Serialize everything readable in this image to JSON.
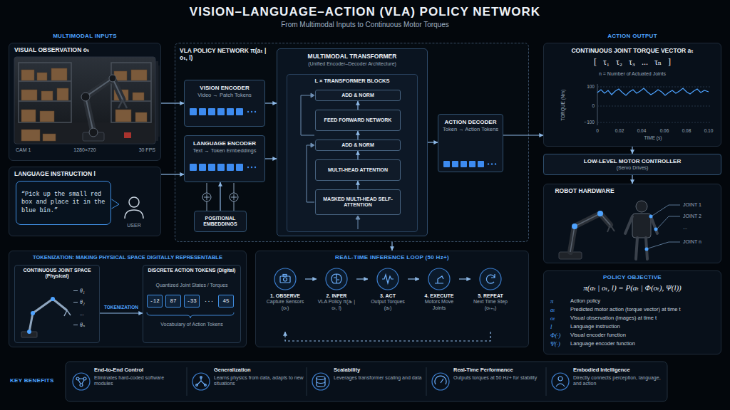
{
  "diagram": {
    "title": "VISION–LANGUAGE–ACTION (VLA) POLICY NETWORK",
    "nodes": [
      {
        "text": [
          "VISUAL OBSERVATION oₜ",
          "CAM 1",
          "1280×720",
          "30 FPS"
        ]
      },
      {
        "text": [
          "LANGUAGE INSTRUCTION l",
          "USER"
        ]
      },
      {
        "text": [
          "“Pick up the small red box and place it in the blue bin.”"
        ],
        "in": 1
      },
      {
        "text": [
          "VLA POLICY NETWORK π(aₜ | oₜ, l)"
        ]
      },
      {
        "text": [
          "VISION ENCODER",
          "Video → Patch Tokens"
        ],
        "in": 3
      },
      {
        "text": [
          "LANGUAGE ENCODER",
          "Text → Token Embeddings"
        ],
        "in": 3
      },
      {
        "text": [
          "POSITIONAL EMBEDDINGS"
        ],
        "in": 3
      },
      {
        "text": [
          "MULTIMODAL TRANSFORMER",
          "(Unified Encoder–Decoder Architecture)"
        ],
        "in": 3
      },
      {
        "text": [
          "L × TRANSFORMER BLOCKS"
        ],
        "in": 7
      },
      {
        "text": [
          "ADD & NORM"
        ],
        "in": 8
      },
      {
        "text": [
          "FEED FORWARD NETWORK"
        ],
        "in": 8
      },
      {
        "text": [
          "ADD & NORM"
        ],
        "in": 8
      },
      {
        "text": [
          "MULTI-HEAD ATTENTION"
        ],
        "in": 8
      },
      {
        "text": [
          "MASKED MULTI-HEAD SELF-ATTENTION"
        ],
        "in": 8
      },
      {
        "text": [
          "ACTION DECODER",
          "Token → Action Tokens"
        ],
        "in": 3
      },
      {
        "text": [
          "CONTINUOUS JOINT TORQUE VECTOR aₜ",
          "[ τ₁ τ₂ τ₃ ... τₙ ]",
          "n = Number of Actuated Joints"
        ]
      },
      {
        "text": [
          "LOW-LEVEL MOTOR CONTROLLER",
          "(Servo Drives)"
        ]
      },
      {
        "text": [
          "ROBOT HARDWARE"
        ]
      },
      {
        "text": [
          "TOKENIZATION: MAKING PHYSICAL SPACE DIGITALLY REPRESENTABLE"
        ]
      },
      {
        "text": [
          "CONTINUOUS JOINT SPACE (Physical)"
        ],
        "in": 18
      },
      {
        "text": [
          "DISCRETE ACTION TOKENS (Digital)",
          "Quantized Joint States / Torques",
          "Vocabulary of Action Tokens"
        ],
        "in": 18
      },
      {
        "text": [
          "-12"
        ],
        "in": 20
      },
      {
        "text": [
          "87"
        ],
        "in": 20
      },
      {
        "text": [
          "-33"
        ],
        "in": 20
      },
      {
        "text": [
          "45"
        ],
        "in": 20
      },
      {
        "text": [
          "REAL-TIME INFERENCE LOOP (50 Hz+)"
        ]
      },
      {
        "text": [
          "1. OBSERVE",
          "Capture Sensors (oₜ)"
        ],
        "in": 25
      },
      {
        "text": [
          "2. INFER",
          "VLA Policy π(aₜ | oₜ, l)"
        ],
        "in": 25
      },
      {
        "text": [
          "3. ACT",
          "Output Torques (aₜ)"
        ],
        "in": 25
      },
      {
        "text": [
          "4. EXECUTE",
          "Motors Move Joints"
        ],
        "in": 25
      },
      {
        "text": [
          "5. REPEAT",
          "Next Time Step (oₜ₊₁)"
        ],
        "in": 25
      },
      {
        "text": [
          "POLICY OBJECTIVE",
          "π(aₜ | oₜ, l) = P(aₜ | Φ(oₜ), Ψ(l))",
          "π",
          "Action policy",
          "aₜ",
          "Predicted motor action (torque vector) at time t",
          "oₜ",
          "Visual observation (images) at time t",
          "l",
          "Language instruction",
          "Φ(·)",
          "Visual encoder function",
          "Ψ(·)",
          "Language encoder function"
        ]
      },
      {
        "text": [
          "KEY BENEFITS",
          "End-to-End Control",
          "Eliminates hard-coded software modules",
          "Generalization",
          "Learns physics from data, adapts to new situations",
          "Scalability",
          "Leverages transformer scaling and data",
          "Real-Time Performance",
          "Outputs torques at 50 Hz+ for stability",
          "Embodied Intelligence",
          "Directly connects perception, language, and action"
        ]
      }
    ],
    "edges": [
      {
        "from": 0,
        "to": 4,
        "arrow": "to"
      },
      {
        "from": 1,
        "to": 5,
        "arrow": "to"
      },
      {
        "from": 6,
        "to": 5,
        "arrow": "to"
      },
      {
        "from": 4,
        "to": 7,
        "arrow": "to"
      },
      {
        "from": 5,
        "to": 7,
        "arrow": "to"
      },
      {
        "from": 13,
        "to": 12,
        "arrow": "to"
      },
      {
        "from": 12,
        "to": 11,
        "arrow": "to"
      },
      {
        "from": 11,
        "to": 10,
        "arrow": "to"
      },
      {
        "from": 10,
        "to": 9,
        "arrow": "to"
      },
      {
        "from": 7,
        "to": 14,
        "arrow": "to"
      },
      {
        "from": 14,
        "to": 15,
        "arrow": "to"
      },
      {
        "from": 15,
        "to": 16,
        "arrow": "to"
      },
      {
        "from": 16,
        "to": 17,
        "arrow": "to"
      },
      {
        "from": 19,
        "to": 20,
        "label": "TOKENIZATION",
        "arrow": "to"
      },
      {
        "from": 26,
        "to": 27,
        "arrow": "to"
      },
      {
        "from": 27,
        "to": 28,
        "arrow": "to"
      },
      {
        "from": 28,
        "to": 29,
        "arrow": "to"
      },
      {
        "from": 29,
        "to": 30,
        "arrow": "to"
      },
      {
        "from": 30,
        "to": 26,
        "arrow": "to"
      },
      {
        "from": 3,
        "to": 25,
        "arrow": "to"
      }
    ],
    "labels": [
      "From Multimodal Inputs to Continuous Motor Torques",
      "MULTIMODAL INPUTS",
      "ACTION OUTPUT",
      "TORQUE (Nm)",
      "100",
      "0",
      "−100",
      "0",
      "0.02",
      "0.04",
      "0.06",
      "0.08",
      "0.10",
      "TIME (s)",
      "JOINT 1",
      "JOINT 2",
      "...",
      "JOINT n",
      "θ₁",
      "θ₂",
      "...",
      "θₙ",
      "..."
    ]
  }
}
